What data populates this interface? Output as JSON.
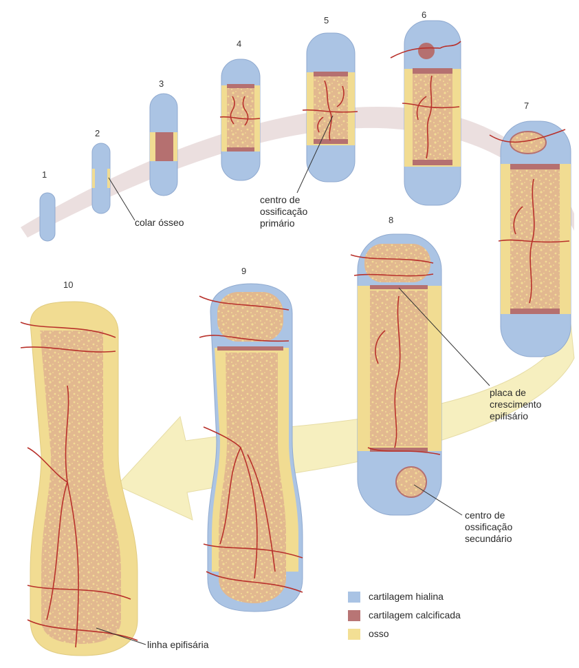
{
  "stages": [
    "1",
    "2",
    "3",
    "4",
    "5",
    "6",
    "7",
    "8",
    "9",
    "10"
  ],
  "labels": {
    "collar": "colar ósseo",
    "primary_1": "centro de",
    "primary_2": "ossificação",
    "primary_3": "primário",
    "plate_1": "placa de",
    "plate_2": "crescimento",
    "plate_3": "epifisário",
    "secondary_1": "centro de",
    "secondary_2": "ossificação",
    "secondary_3": "secundário",
    "epiphyseal_line": "linha epifisária"
  },
  "legend": [
    {
      "label": "cartilagem hialina",
      "color": "#a9c3e4"
    },
    {
      "label": "cartilagem calcificada",
      "color": "#b87575"
    },
    {
      "label": "osso",
      "color": "#f3df94"
    }
  ],
  "colors": {
    "cartilage": "#abc4e4",
    "calcified": "#b57070",
    "bone": "#f1dc92",
    "marrow": "#e3b98f",
    "vessel": "#b8302a",
    "band": "#e8d8d8",
    "arrow": "#f6efbf"
  }
}
